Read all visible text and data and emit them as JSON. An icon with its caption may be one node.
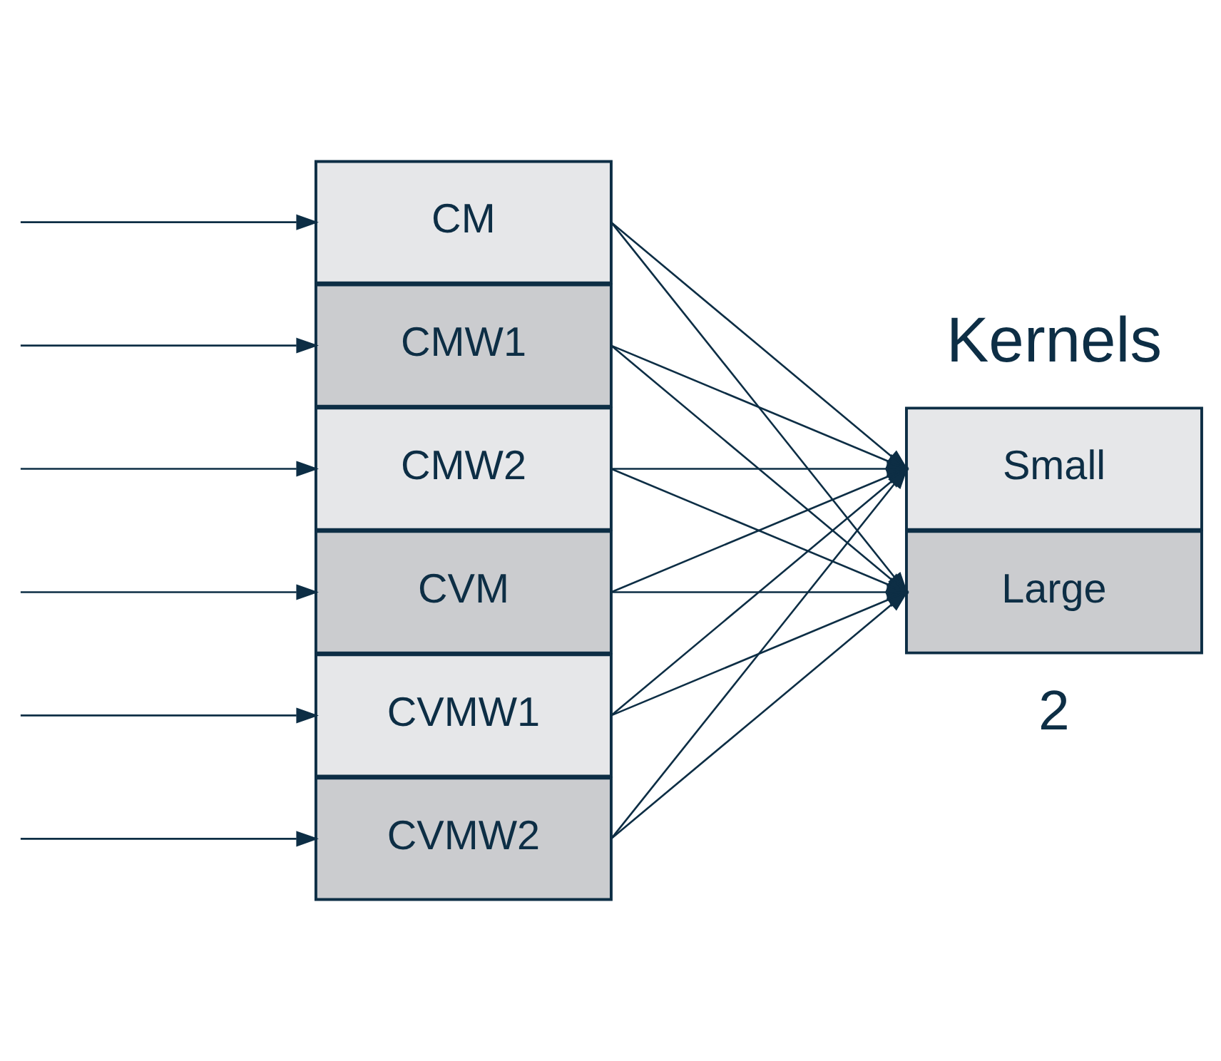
{
  "diagram": {
    "nodes": [
      {
        "text": [
          "CM"
        ]
      },
      {
        "text": [
          "CMW1"
        ]
      },
      {
        "text": [
          "CMW2"
        ]
      },
      {
        "text": [
          "CVM"
        ]
      },
      {
        "text": [
          "CVMW1"
        ]
      },
      {
        "text": [
          "CVMW2"
        ]
      },
      {
        "text": [
          "Small"
        ]
      },
      {
        "text": [
          "Large"
        ]
      }
    ],
    "edges": [
      {
        "from": null,
        "to": 0,
        "arrow": "to"
      },
      {
        "from": null,
        "to": 1,
        "arrow": "to"
      },
      {
        "from": null,
        "to": 2,
        "arrow": "to"
      },
      {
        "from": null,
        "to": 3,
        "arrow": "to"
      },
      {
        "from": null,
        "to": 4,
        "arrow": "to"
      },
      {
        "from": null,
        "to": 5,
        "arrow": "to"
      },
      {
        "from": 0,
        "to": 6,
        "arrow": "to"
      },
      {
        "from": 0,
        "to": 7,
        "arrow": "to"
      },
      {
        "from": 1,
        "to": 6,
        "arrow": "to"
      },
      {
        "from": 1,
        "to": 7,
        "arrow": "to"
      },
      {
        "from": 2,
        "to": 6,
        "arrow": "to"
      },
      {
        "from": 2,
        "to": 7,
        "arrow": "to"
      },
      {
        "from": 3,
        "to": 6,
        "arrow": "to"
      },
      {
        "from": 3,
        "to": 7,
        "arrow": "to"
      },
      {
        "from": 4,
        "to": 6,
        "arrow": "to"
      },
      {
        "from": 4,
        "to": 7,
        "arrow": "to"
      },
      {
        "from": 5,
        "to": 6,
        "arrow": "to"
      },
      {
        "from": 5,
        "to": 7,
        "arrow": "to"
      }
    ],
    "labels": [
      "Kernels",
      "2"
    ]
  }
}
